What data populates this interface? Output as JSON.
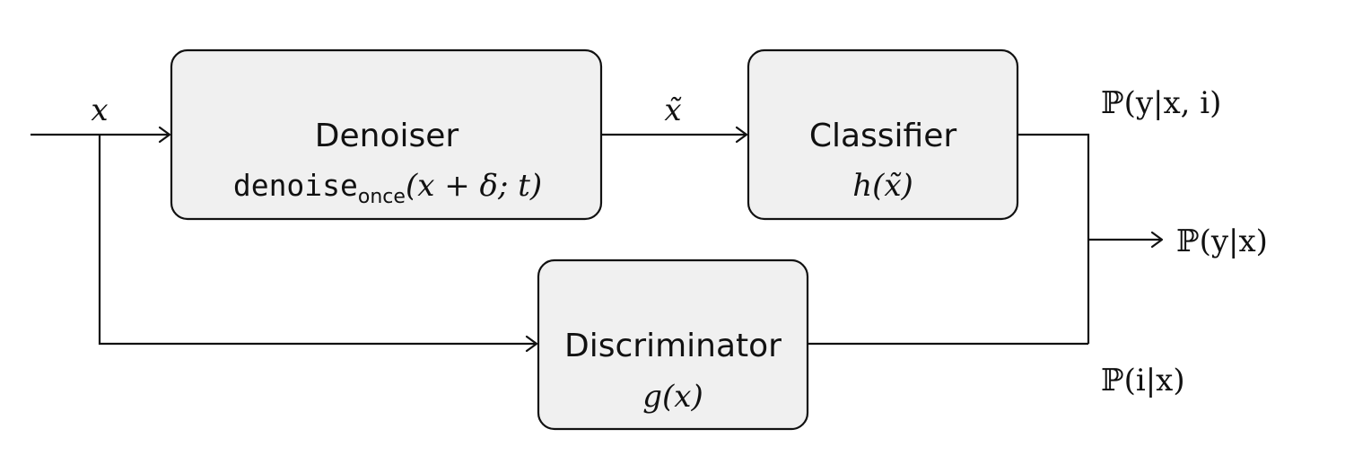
{
  "input": {
    "label_text": "x"
  },
  "denoiser": {
    "title": "Denoiser",
    "func_mono": "denoise",
    "func_sub": "once",
    "func_args": "(x + δ; t)"
  },
  "denoised": {
    "label_text": "x̃"
  },
  "classifier": {
    "title": "Classifier",
    "func": "h(x̃)"
  },
  "discriminator": {
    "title": "Discriminator",
    "func": "g(x)"
  },
  "outputs": {
    "classifier_prob": "ℙ(y|x, i)",
    "discriminator_prob": "ℙ(i|x)",
    "final_prob": "ℙ(y|x)"
  }
}
